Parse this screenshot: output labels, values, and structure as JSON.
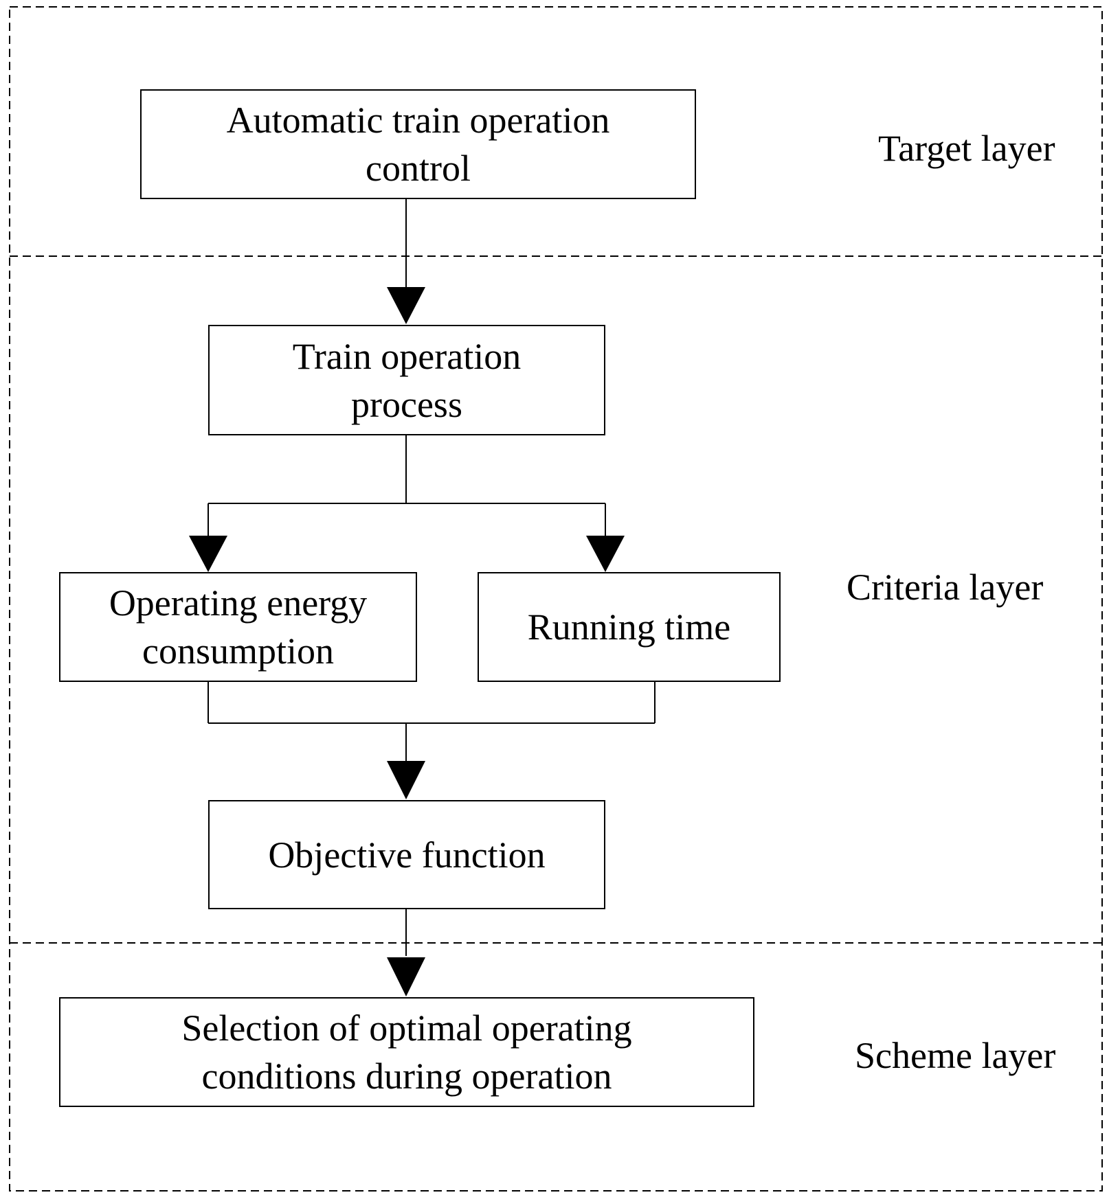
{
  "layers": {
    "target": "Target layer",
    "criteria": "Criteria layer",
    "scheme": "Scheme layer"
  },
  "nodes": {
    "automatic_control": {
      "line1": "Automatic train operation",
      "line2": "control"
    },
    "train_process": {
      "line1": "Train operation",
      "line2": "process"
    },
    "energy": {
      "line1": "Operating energy",
      "line2": "consumption"
    },
    "running_time": {
      "line1": "Running time"
    },
    "objective": {
      "line1": "Objective function"
    },
    "selection": {
      "line1": "Selection of optimal operating",
      "line2": "conditions during operation"
    }
  },
  "colors": {
    "stroke": "#000000",
    "background": "#ffffff"
  }
}
